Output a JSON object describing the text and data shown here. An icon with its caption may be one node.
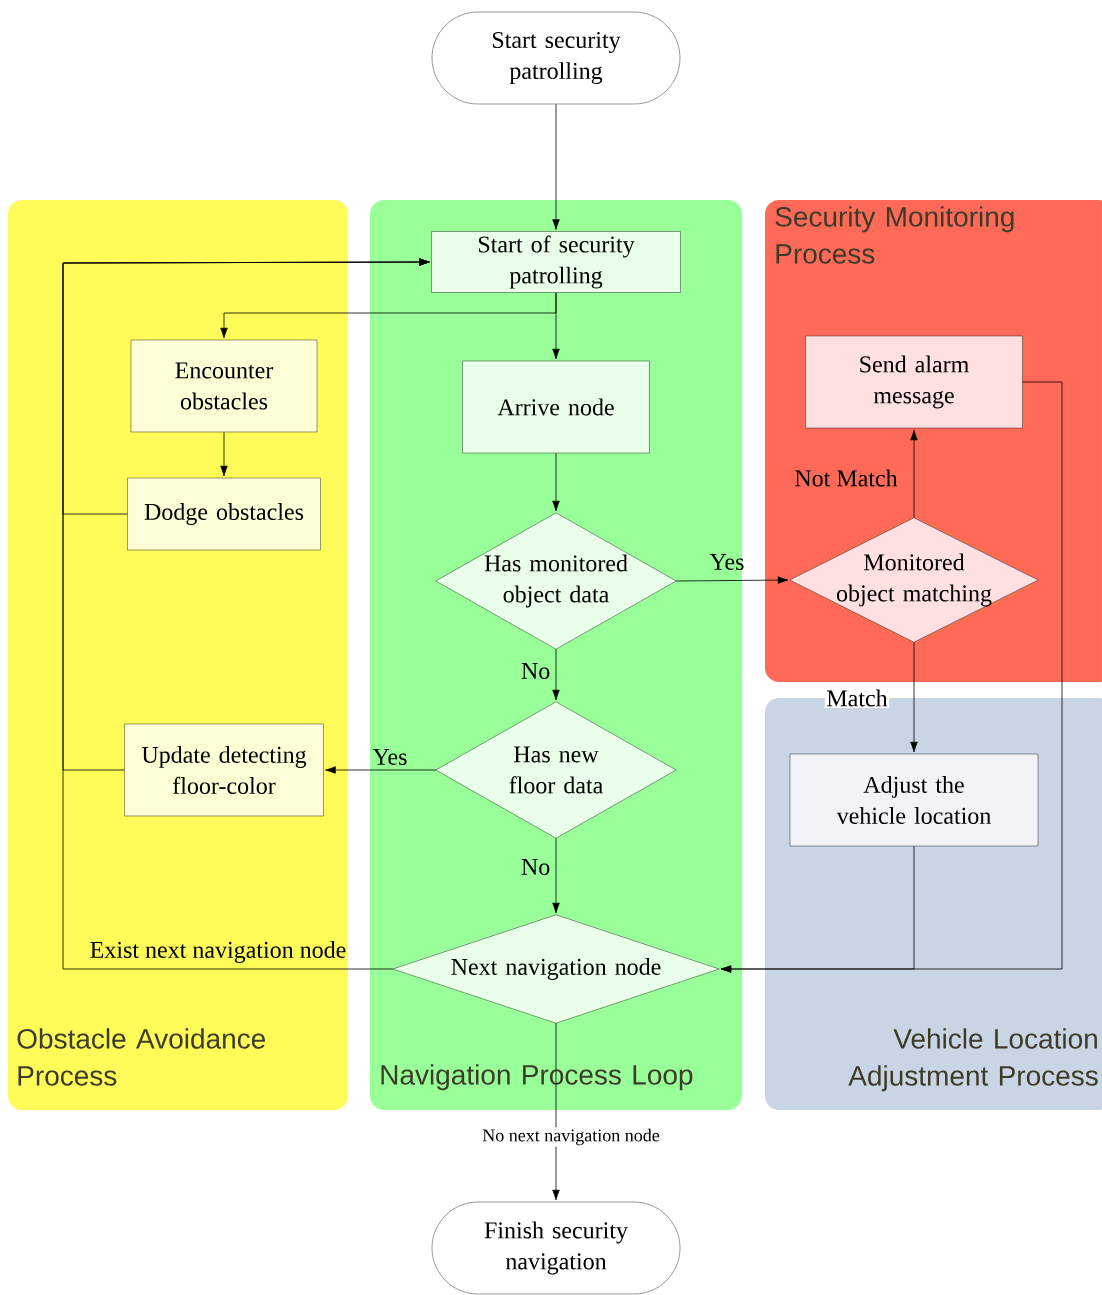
{
  "diagram": {
    "nodes": [
      {
        "text": [
          "Obstacle Avoidance Process"
        ]
      },
      {
        "text": [
          "Navigation Process Loop"
        ]
      },
      {
        "text": [
          "Security Monitoring Process"
        ]
      },
      {
        "text": [
          "Vehicle Location Adjustment Process"
        ]
      },
      {
        "text": [
          "Start security patrolling"
        ]
      },
      {
        "text": [
          "Start of security patrolling"
        ],
        "in": 1
      },
      {
        "text": [
          "Encounter obstacles"
        ],
        "in": 0
      },
      {
        "text": [
          "Dodge obstacles"
        ],
        "in": 0
      },
      {
        "text": [
          "Arrive node"
        ],
        "in": 1
      },
      {
        "text": [
          "Has monitored object data"
        ],
        "in": 1
      },
      {
        "text": [
          "Send alarm message"
        ],
        "in": 2
      },
      {
        "text": [
          "Monitored object matching"
        ],
        "in": 2
      },
      {
        "text": [
          "Has new floor data"
        ],
        "in": 1
      },
      {
        "text": [
          "Update detecting floor-color"
        ],
        "in": 0
      },
      {
        "text": [
          "Adjust the vehicle location"
        ],
        "in": 3
      },
      {
        "text": [
          "Next navigation node"
        ],
        "in": 1
      },
      {
        "text": [
          "Finish security navigation"
        ]
      }
    ],
    "edges": [
      {
        "from": 4,
        "to": 5,
        "arrow": "to"
      },
      {
        "from": 5,
        "to": 6,
        "arrow": "to"
      },
      {
        "from": 5,
        "to": 8,
        "arrow": "to"
      },
      {
        "from": 6,
        "to": 7,
        "arrow": "to"
      },
      {
        "from": 7,
        "to": 5,
        "arrow": "to"
      },
      {
        "from": 13,
        "to": 5,
        "arrow": "to"
      },
      {
        "from": 15,
        "to": 5,
        "arrow": "to",
        "label": "Exist next navigation node"
      },
      {
        "from": 8,
        "to": 9,
        "arrow": "to"
      },
      {
        "from": 9,
        "to": 11,
        "arrow": "to",
        "label": "Yes"
      },
      {
        "from": 9,
        "to": 12,
        "arrow": "to",
        "label": "No"
      },
      {
        "from": 12,
        "to": 13,
        "arrow": "to",
        "label": "Yes"
      },
      {
        "from": 12,
        "to": 15,
        "arrow": "to",
        "label": "No"
      },
      {
        "from": 11,
        "to": 10,
        "arrow": "to",
        "label": "Not Match"
      },
      {
        "from": 11,
        "to": 14,
        "arrow": "to",
        "label": "Match"
      },
      {
        "from": 14,
        "to": 15,
        "arrow": "to"
      },
      {
        "from": 10,
        "to": 15,
        "arrow": "to"
      },
      {
        "from": 15,
        "to": 16,
        "arrow": "to",
        "label": "No next navigation node"
      }
    ]
  }
}
